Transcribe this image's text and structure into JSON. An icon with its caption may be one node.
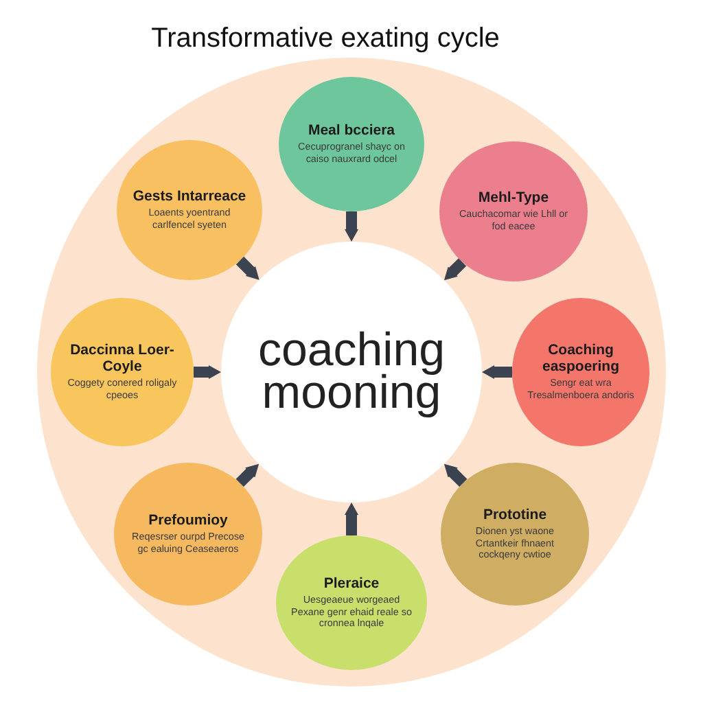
{
  "diagram": {
    "title": "Transformative exating cycle",
    "nodes": [
      {
        "text": [
          "Meal bcciera",
          "Cecuprogranel shayc on caiso nauxrard odcel"
        ]
      },
      {
        "text": [
          "Mehl-Type",
          "Cauchacomar wie Lhll or fod eacee"
        ]
      },
      {
        "text": [
          "Coaching easpoering",
          "Sengr eat wra Tresalmenboera andoris"
        ]
      },
      {
        "text": [
          "Prototine",
          "Dionen yst waone Crtantkeir fhnaent cockqeny cwtioe"
        ]
      },
      {
        "text": [
          "Pleraice",
          "Uesgeaeue worgeaed Pexane genr ehaid reale so cronnea lnqale"
        ]
      },
      {
        "text": [
          "Prefoumioy",
          "Reqesrser ourpd Precose gc ealuing Ceaseaeros"
        ]
      },
      {
        "text": [
          "Daccinna Loer-Coyle",
          "Coggety conered roligaly cpeoes"
        ]
      },
      {
        "text": [
          "Gests Intarreace",
          "Loaents yoentrand carlfencel syeten"
        ]
      },
      {
        "text": [
          "coaching mooning"
        ]
      }
    ],
    "edges": [
      {
        "from": 0,
        "to": 8,
        "arrow": "to"
      },
      {
        "from": 1,
        "to": 8,
        "arrow": "to"
      },
      {
        "from": 2,
        "to": 8,
        "arrow": "to"
      },
      {
        "from": 3,
        "to": 8,
        "arrow": "to"
      },
      {
        "from": 4,
        "to": 8,
        "arrow": "to"
      },
      {
        "from": 5,
        "to": 8,
        "arrow": "to"
      },
      {
        "from": 6,
        "to": 8,
        "arrow": "to"
      },
      {
        "from": 7,
        "to": 8,
        "arrow": "to"
      }
    ]
  }
}
